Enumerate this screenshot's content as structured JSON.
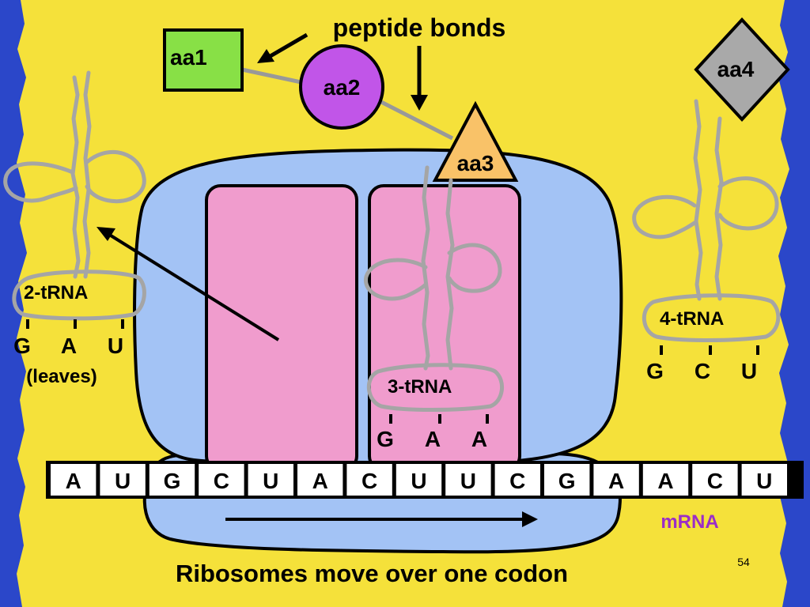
{
  "title": "Ribosomes move over one codon",
  "slide_number": "54",
  "peptide_bonds_label": "peptide bonds",
  "amino_acids": {
    "aa1": "aa1",
    "aa2": "aa2",
    "aa3": "aa3",
    "aa4": "aa4"
  },
  "trna": {
    "t2": {
      "label": "2-tRNA",
      "anticodon": [
        "G",
        "A",
        "U"
      ],
      "note": "(leaves)"
    },
    "t3": {
      "label": "3-tRNA",
      "anticodon": [
        "G",
        "A",
        "A"
      ]
    },
    "t4": {
      "label": "4-tRNA",
      "anticodon": [
        "G",
        "C",
        "U"
      ]
    }
  },
  "mrna": {
    "label": "mRNA",
    "bases": [
      "A",
      "U",
      "G",
      "C",
      "U",
      "A",
      "C",
      "U",
      "U",
      "C",
      "G",
      "A",
      "A",
      "C",
      "U"
    ]
  },
  "colors": {
    "background": "#f5e13a",
    "border": "#2b47c9",
    "ribosome": "#a3c3f5",
    "site": "#f09ccd",
    "aa1": "#88e046",
    "aa2": "#c155e8",
    "aa3": "#f9c268",
    "aa4": "#a9a9a9",
    "mrna_label": "#9b2dc8"
  }
}
